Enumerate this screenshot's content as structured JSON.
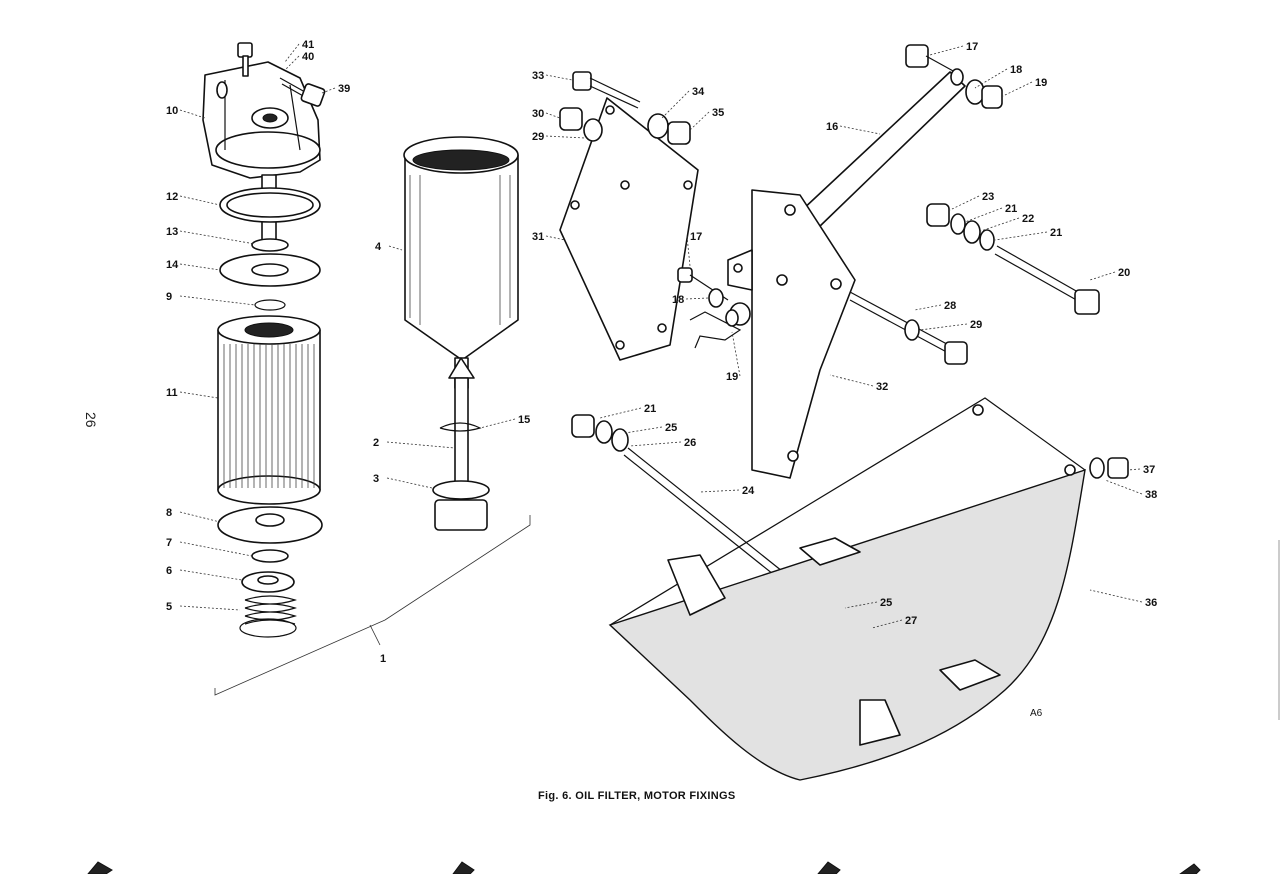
{
  "page_number": "26",
  "caption": "Fig. 6.  OIL FILTER, MOTOR FIXINGS",
  "drawing_code": "A6",
  "bracket_label": "1",
  "labels": [
    {
      "text": "41"
    },
    {
      "text": "40"
    },
    {
      "text": "39"
    },
    {
      "text": "10"
    },
    {
      "text": "12"
    },
    {
      "text": "13"
    },
    {
      "text": "14"
    },
    {
      "text": "9"
    },
    {
      "text": "11"
    },
    {
      "text": "8"
    },
    {
      "text": "7"
    },
    {
      "text": "6"
    },
    {
      "text": "5"
    },
    {
      "text": "4"
    },
    {
      "text": "15"
    },
    {
      "text": "2"
    },
    {
      "text": "3"
    },
    {
      "text": "33"
    },
    {
      "text": "30"
    },
    {
      "text": "29"
    },
    {
      "text": "34"
    },
    {
      "text": "35"
    },
    {
      "text": "31"
    },
    {
      "text": "17"
    },
    {
      "text": "18"
    },
    {
      "text": "19"
    },
    {
      "text": "16"
    },
    {
      "text": "17"
    },
    {
      "text": "18"
    },
    {
      "text": "19"
    },
    {
      "text": "23"
    },
    {
      "text": "21"
    },
    {
      "text": "22"
    },
    {
      "text": "21"
    },
    {
      "text": "20"
    },
    {
      "text": "28"
    },
    {
      "text": "29"
    },
    {
      "text": "32"
    },
    {
      "text": "21"
    },
    {
      "text": "25"
    },
    {
      "text": "26"
    },
    {
      "text": "24"
    },
    {
      "text": "37"
    },
    {
      "text": "38"
    },
    {
      "text": "25"
    },
    {
      "text": "27"
    },
    {
      "text": "36"
    }
  ]
}
